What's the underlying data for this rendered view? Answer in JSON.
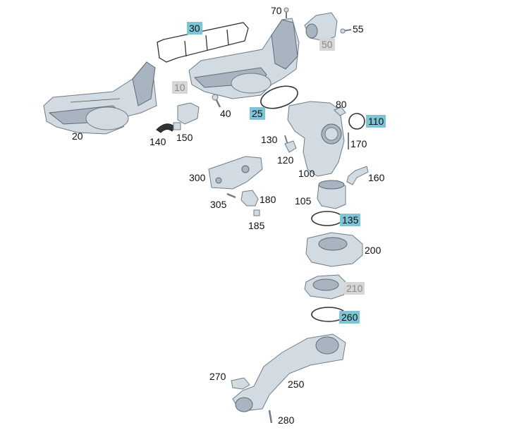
{
  "labels": {
    "p10": "10",
    "p20": "20",
    "p25": "25",
    "p30": "30",
    "p40": "40",
    "p50": "50",
    "p55": "55",
    "p70": "70",
    "p80": "80",
    "p100": "100",
    "p105": "105",
    "p110": "110",
    "p120": "120",
    "p130": "130",
    "p135": "135",
    "p140": "140",
    "p150": "150",
    "p160": "160",
    "p170": "170",
    "p180": "180",
    "p185": "185",
    "p200": "200",
    "p210": "210",
    "p250": "250",
    "p260": "260",
    "p270": "270",
    "p280": "280",
    "p300": "300",
    "p305": "305"
  },
  "colors": {
    "highlight_blue": "#7cc4d6",
    "highlight_grey": "#d6d6d6",
    "part_fill": "#d3dbe2"
  }
}
